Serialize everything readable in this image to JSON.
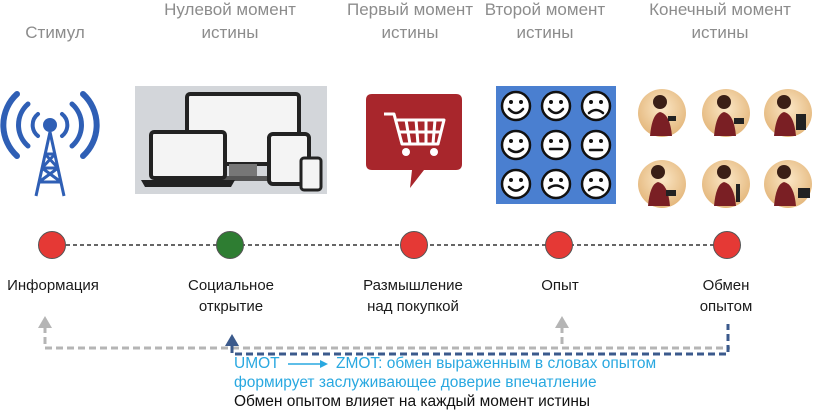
{
  "stages": [
    {
      "title": "Стимул"
    },
    {
      "title": "Нулевой момент истины"
    },
    {
      "title": "Первый момент истины"
    },
    {
      "title": "Второй момент истины"
    },
    {
      "title": "Конечный момент истины"
    }
  ],
  "points": [
    {
      "label": "Информация",
      "color": "#e53935"
    },
    {
      "label": "Социальное открытие",
      "color": "#2e7d32"
    },
    {
      "label": "Размышление над покупкой",
      "color": "#e53935"
    },
    {
      "label": "Опыт",
      "color": "#e53935"
    },
    {
      "label": "Обмен опытом",
      "color": "#e53935"
    }
  ],
  "icons": [
    "wireless-tower-icon",
    "devices-icon",
    "shopping-cart-speech-icon",
    "faces-grid-icon",
    "women-using-devices-icon"
  ],
  "notes": {
    "line1_prefix": "UMOT",
    "line1_rest": "ZMOT: обмен выраженным в словах опытом",
    "line2": "формирует заслуживающее доверие впечатление",
    "line3": "Обмен опытом влияет на каждый момент истины"
  },
  "colors": {
    "accent": "#29a8e0",
    "red": "#e53935",
    "green": "#2e7d32",
    "dash_dark": "#3b5a8c",
    "dash_light": "#b5b5b5"
  }
}
